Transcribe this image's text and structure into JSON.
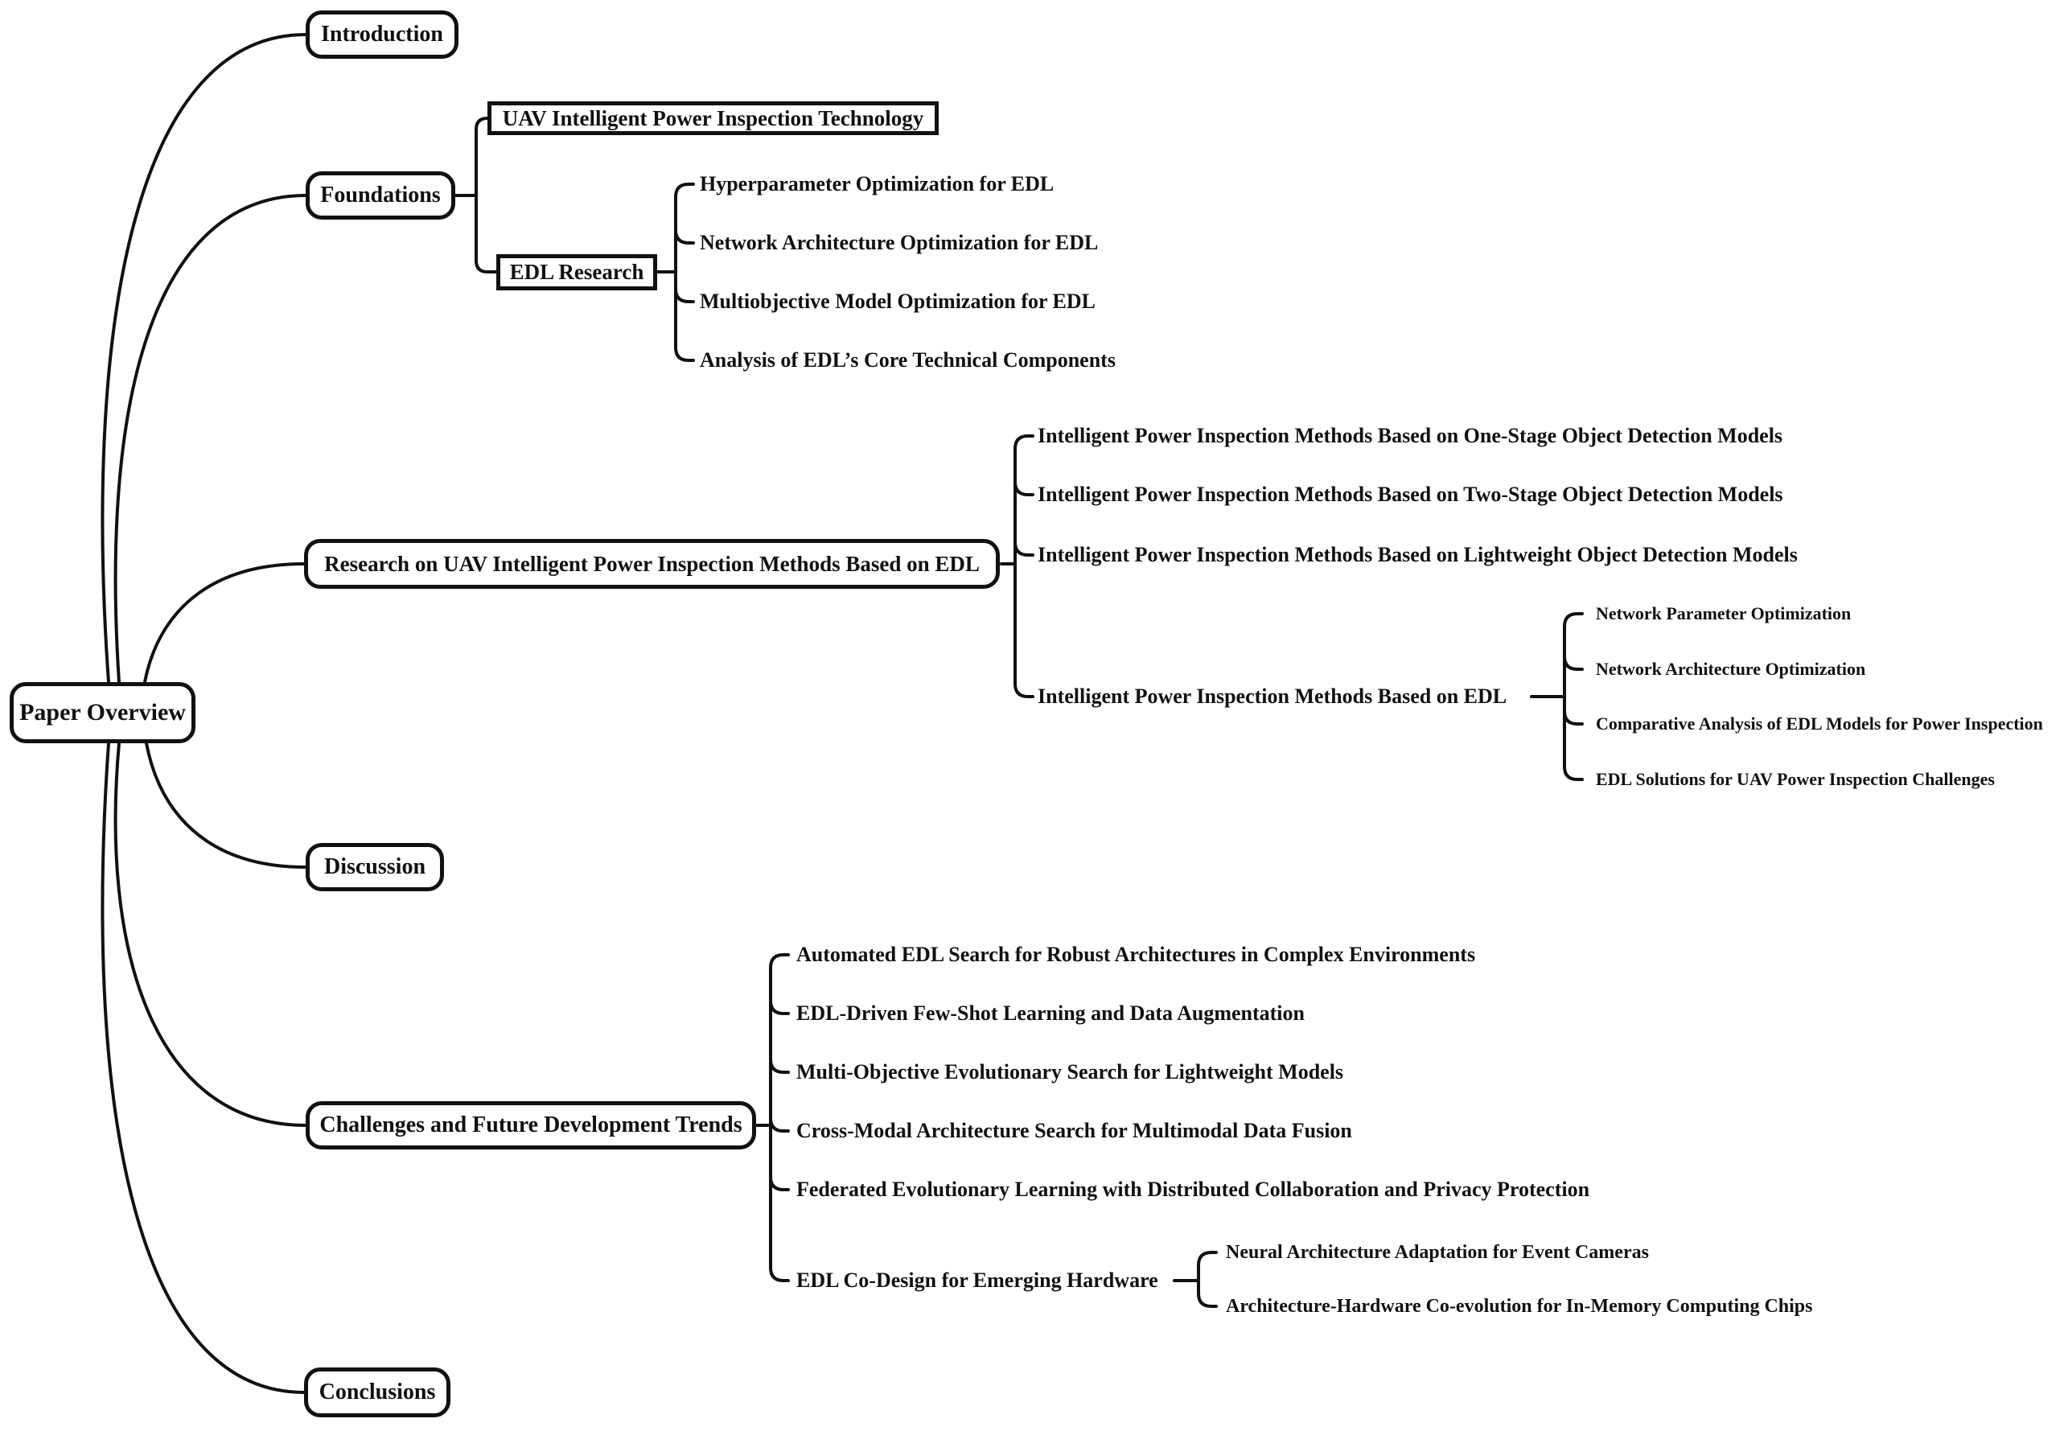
{
  "colors": {
    "background": "#ffffff",
    "line": "#111111",
    "text": "#111111"
  },
  "root": {
    "label": "Paper Overview"
  },
  "sections": {
    "introduction": "Introduction",
    "foundations": "Foundations",
    "research": "Research on UAV Intelligent Power Inspection Methods Based on EDL",
    "discussion": "Discussion",
    "challenges": "Challenges and Future Development Trends",
    "conclusions": "Conclusions"
  },
  "foundations_children": {
    "uav_technology": "UAV Intelligent Power Inspection Technology",
    "edl_research": "EDL Research"
  },
  "edl_research_children": [
    "Hyperparameter Optimization for EDL",
    "Network Architecture Optimization for EDL",
    "Multiobjective Model Optimization for EDL",
    "Analysis of EDL’s Core Technical Components"
  ],
  "research_children": [
    "Intelligent Power Inspection Methods Based on One-Stage Object Detection Models",
    "Intelligent Power Inspection Methods Based on Two-Stage Object Detection Models",
    "Intelligent Power Inspection Methods Based on Lightweight Object Detection Models",
    "Intelligent Power Inspection Methods Based on EDL"
  ],
  "edl_methods_children": [
    "Network Parameter Optimization",
    "Network Architecture Optimization",
    "Comparative Analysis of EDL Models for Power Inspection",
    "EDL Solutions for UAV Power Inspection Challenges"
  ],
  "challenges_children": [
    "Automated EDL Search for Robust Architectures in Complex Environments",
    "EDL-Driven Few-Shot Learning and Data Augmentation",
    "Multi-Objective Evolutionary Search for Lightweight Models",
    "Cross-Modal Architecture Search for Multimodal Data Fusion",
    "Federated Evolutionary Learning with Distributed Collaboration and Privacy Protection",
    "EDL Co-Design for Emerging Hardware"
  ],
  "codesign_children": [
    "Neural Architecture Adaptation for Event Cameras",
    "Architecture-Hardware Co-evolution for In-Memory Computing Chips"
  ]
}
